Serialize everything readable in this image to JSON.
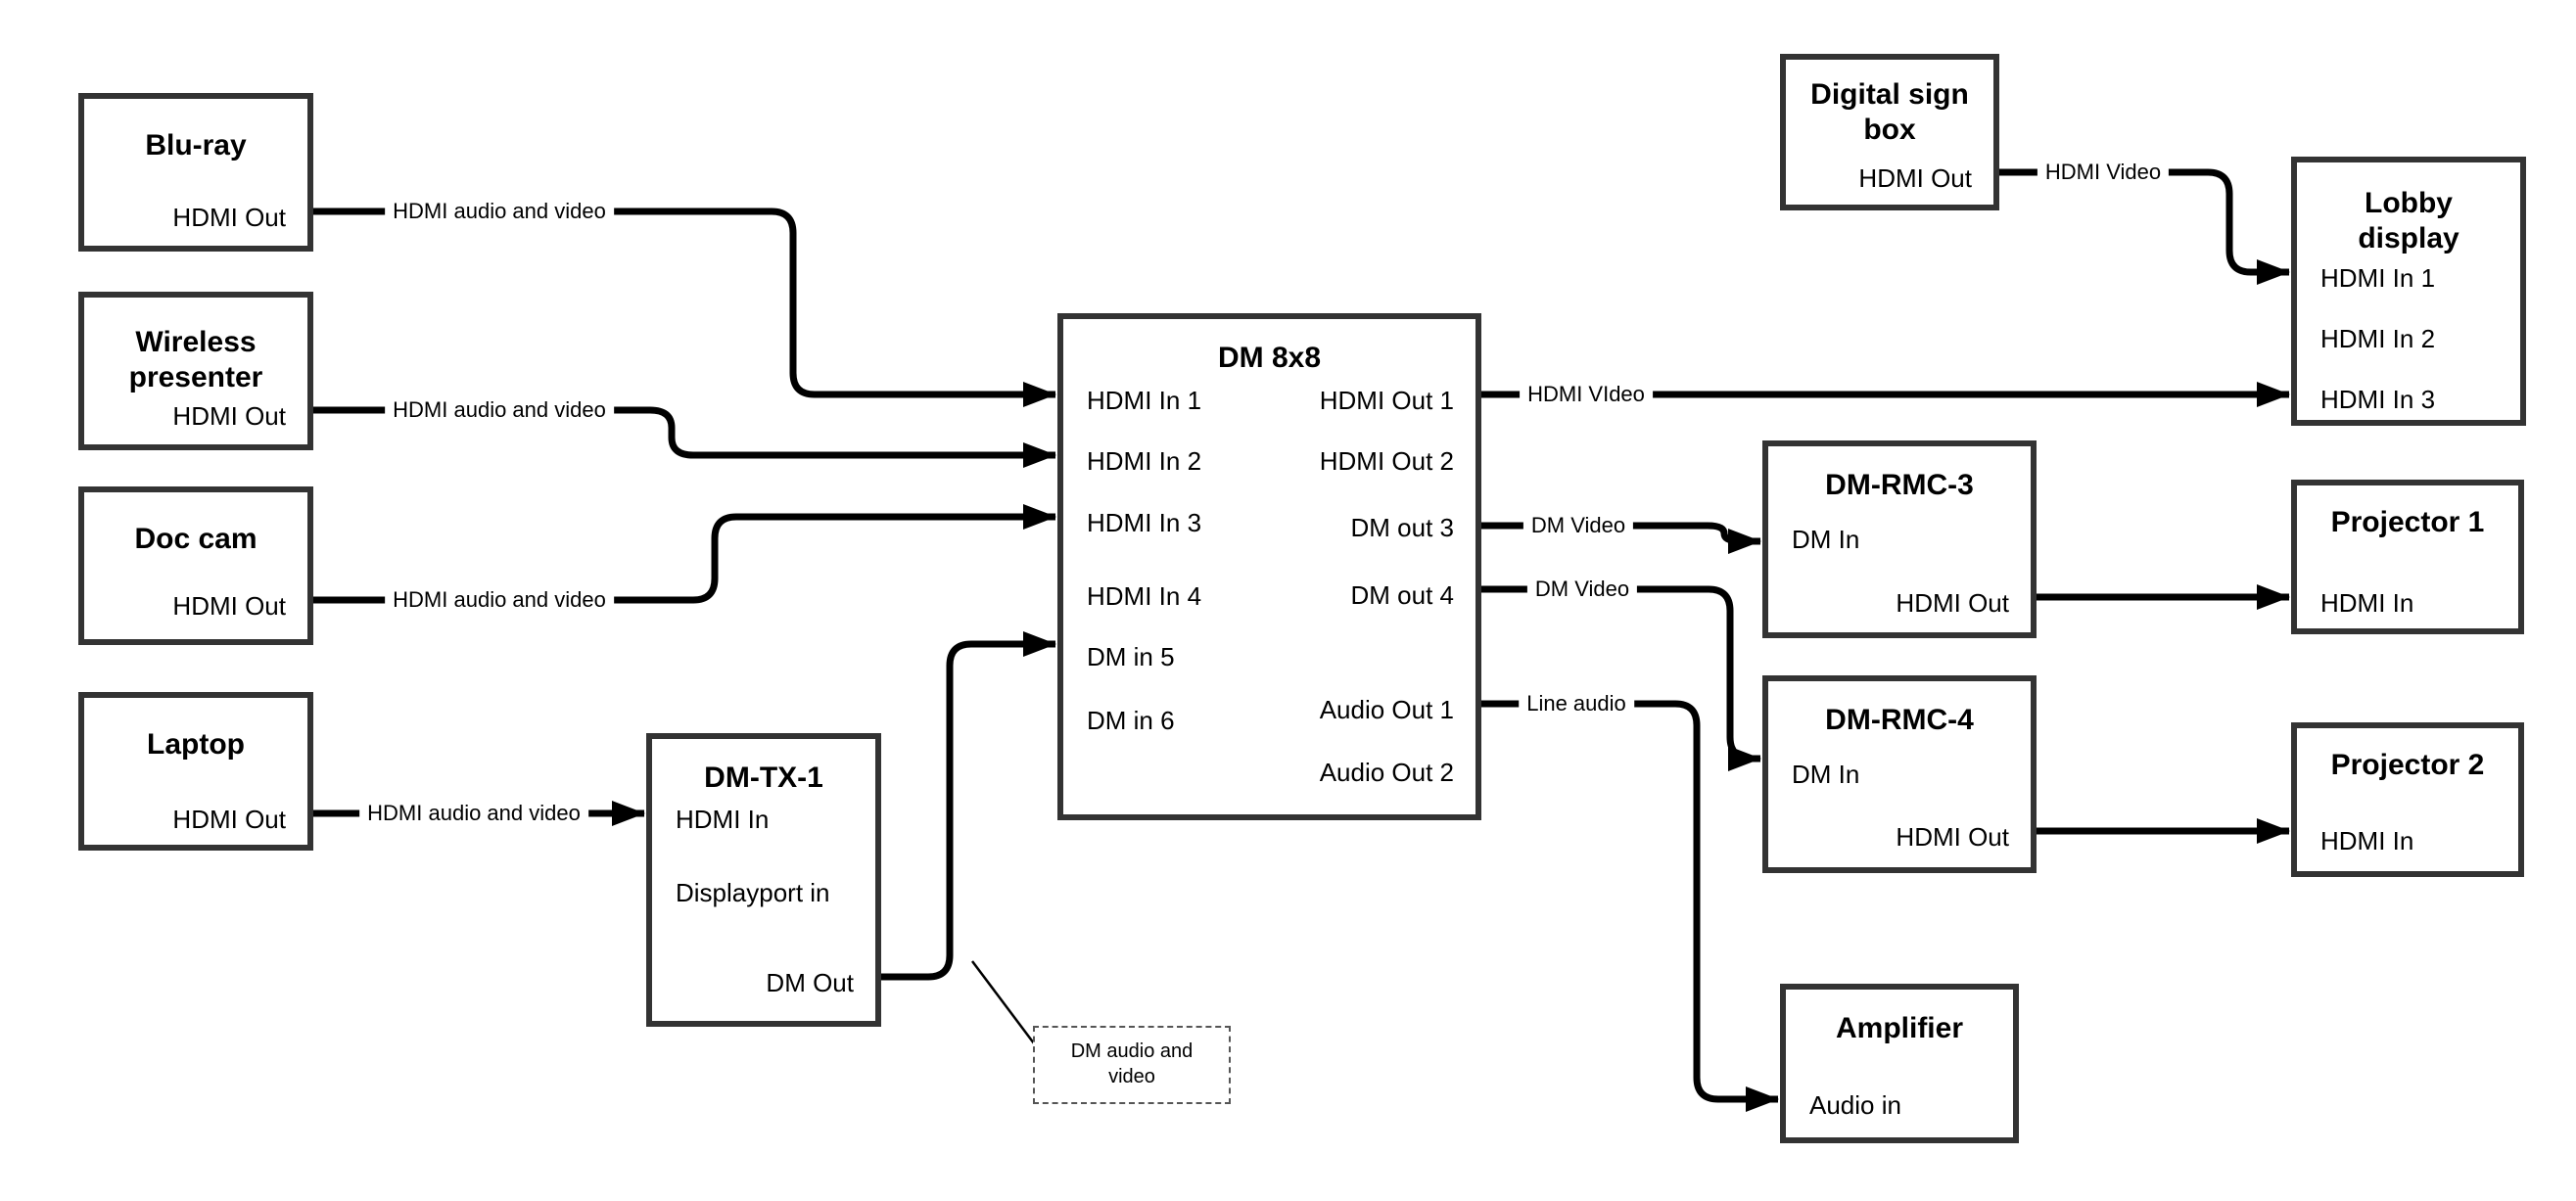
{
  "colors": {
    "wire": "#000000",
    "box_border": "#333333",
    "box_fill": "#ffffff",
    "text": "#000000"
  },
  "nodes": {
    "bluray": {
      "title": "Blu-ray",
      "port_hdmi_out": "HDMI Out"
    },
    "wireless": {
      "title_line1": "Wireless",
      "title_line2": "presenter",
      "port_hdmi_out": "HDMI Out"
    },
    "doc_cam": {
      "title": "Doc cam",
      "port_hdmi_out": "HDMI Out"
    },
    "laptop": {
      "title": "Laptop",
      "port_hdmi_out": "HDMI Out"
    },
    "dm_tx_1": {
      "title": "DM-TX-1",
      "port_hdmi_in": "HDMI In",
      "port_displayport_in": "Displayport in",
      "port_dm_out": "DM Out"
    },
    "dm_8x8": {
      "title": "DM 8x8",
      "inputs": [
        "HDMI In 1",
        "HDMI In 2",
        "HDMI In 3",
        "HDMI In 4",
        "DM in 5",
        "DM in 6"
      ],
      "outputs": [
        "HDMI Out 1",
        "HDMI Out 2",
        "DM out 3",
        "DM out 4",
        "Audio Out 1",
        "Audio Out 2"
      ]
    },
    "digital_sign": {
      "title_line1": "Digital sign",
      "title_line2": "box",
      "port_hdmi_out": "HDMI Out"
    },
    "lobby_display": {
      "title_line1": "Lobby",
      "title_line2": "display",
      "inputs": [
        "HDMI In 1",
        "HDMI In 2",
        "HDMI In 3"
      ]
    },
    "dm_rmc_3": {
      "title": "DM-RMC-3",
      "port_dm_in": "DM In",
      "port_hdmi_out": "HDMI Out"
    },
    "projector_1": {
      "title": "Projector 1",
      "port_hdmi_in": "HDMI In"
    },
    "dm_rmc_4": {
      "title": "DM-RMC-4",
      "port_dm_in": "DM In",
      "port_hdmi_out": "HDMI Out"
    },
    "projector_2": {
      "title": "Projector 2",
      "port_hdmi_in": "HDMI In"
    },
    "amplifier": {
      "title": "Amplifier",
      "port_audio_in": "Audio in"
    }
  },
  "wire_labels": {
    "bluray_to_dm8x8": "HDMI audio and video",
    "wireless_to_dm8x8": "HDMI audio and video",
    "doccam_to_dm8x8": "HDMI audio and video",
    "laptop_to_dmtx1": "HDMI audio and video",
    "hdmiout1_to_lobby": "HDMI VIdeo",
    "dmout3_to_rmc3": "DM Video",
    "dmout4_to_rmc4": "DM Video",
    "audioout1_to_amp": "Line audio",
    "digitalsign_to_lobby": "HDMI Video"
  },
  "annotation": {
    "line1": "DM audio and",
    "line2": "video"
  }
}
